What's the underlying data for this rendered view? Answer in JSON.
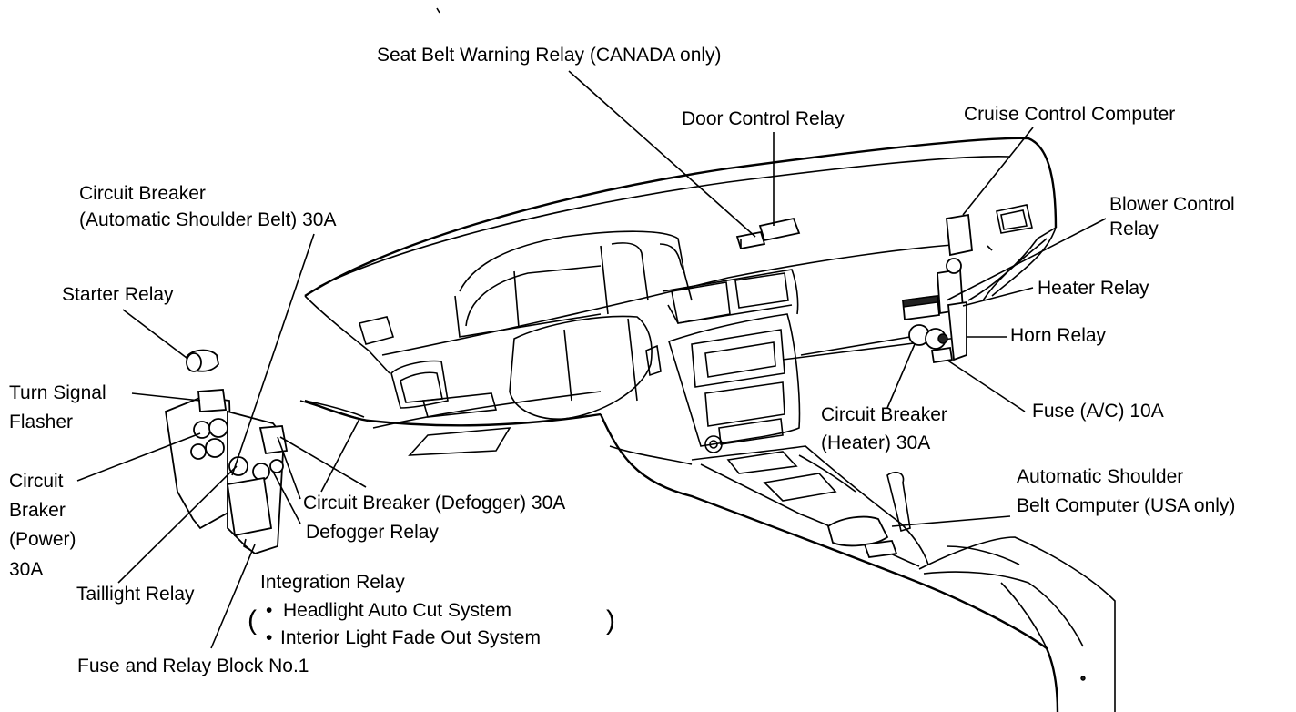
{
  "diagram": {
    "labels": {
      "seat_belt_warning_relay": "Seat Belt Warning Relay (CANADA only)",
      "door_control_relay": "Door Control Relay",
      "cruise_control_computer": "Cruise Control Computer",
      "blower_control_relay_1": "Blower Control",
      "blower_control_relay_2": "Relay",
      "heater_relay": "Heater Relay",
      "horn_relay": "Horn Relay",
      "fuse_ac": "Fuse (A/C) 10A",
      "circuit_breaker_heater_1": "Circuit Breaker",
      "circuit_breaker_heater_2": "(Heater) 30A",
      "auto_shoulder_belt_computer_1": "Automatic Shoulder",
      "auto_shoulder_belt_computer_2": "Belt Computer (USA only)",
      "circuit_breaker_asb_1": "Circuit Breaker",
      "circuit_breaker_asb_2": "(Automatic Shoulder Belt) 30A",
      "starter_relay": "Starter Relay",
      "turn_signal_flasher_1": "Turn Signal",
      "turn_signal_flasher_2": "Flasher",
      "circuit_braker_power_1": "Circuit",
      "circuit_braker_power_2": "Braker",
      "circuit_braker_power_3": "(Power)",
      "circuit_braker_power_4": "30A",
      "circuit_breaker_defogger": "Circuit Breaker (Defogger) 30A",
      "defogger_relay": "Defogger Relay",
      "taillight_relay": "Taillight Relay",
      "integration_relay": "Integration Relay",
      "integration_item_1": "Headlight Auto Cut System",
      "integration_item_2": "Interior Light Fade Out System",
      "fuse_relay_block": "Fuse and Relay Block No.1",
      "bullet": "•",
      "paren_open": "(",
      "paren_close": ")"
    }
  }
}
